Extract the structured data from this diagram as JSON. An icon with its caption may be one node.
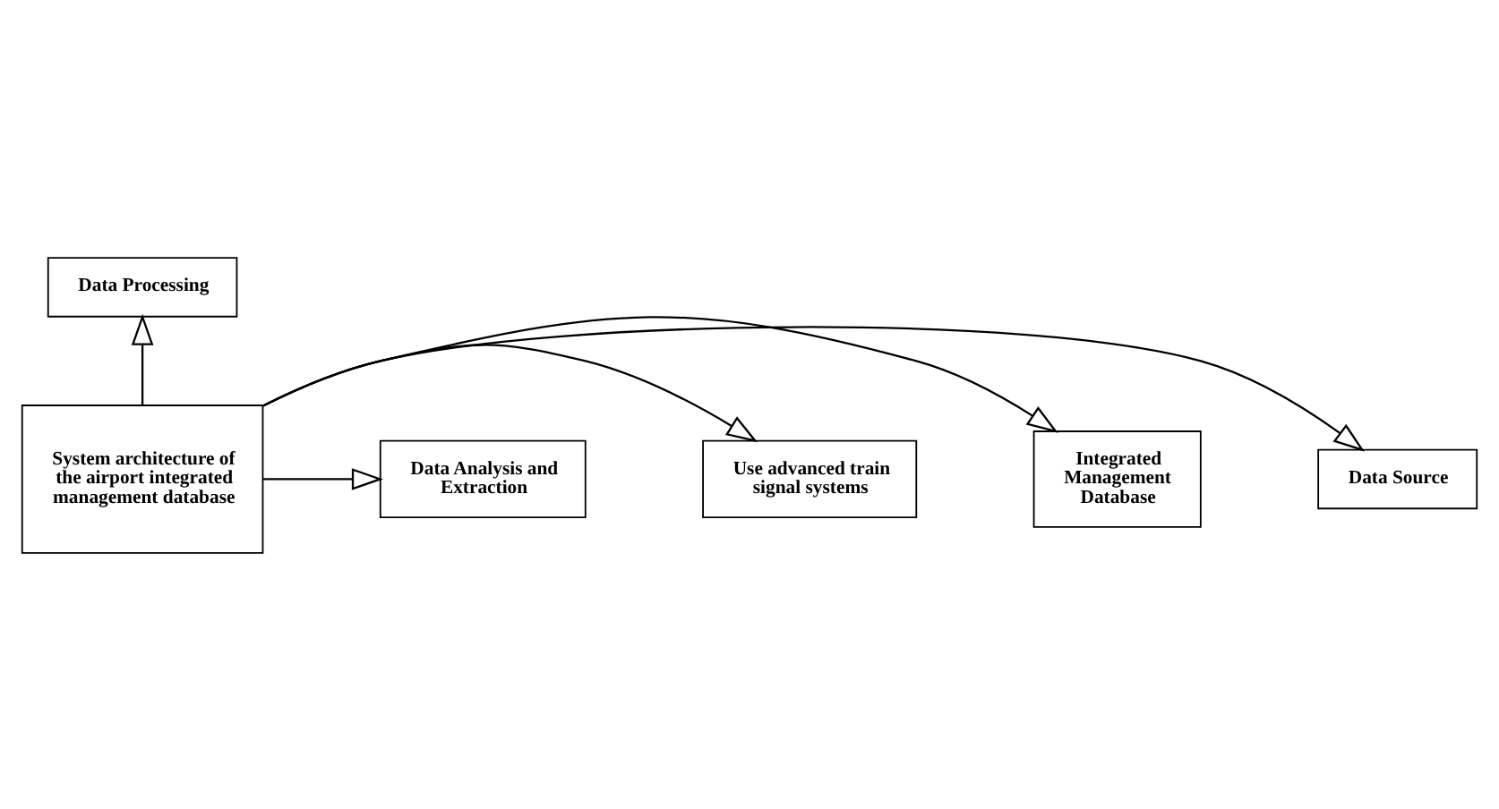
{
  "diagram": {
    "nodes": [
      {
        "text": [
          "Data Processing"
        ]
      },
      {
        "text": [
          "Data Source"
        ]
      },
      {
        "text": [
          "Integrated Management Database"
        ]
      },
      {
        "text": [
          "System architecture of the airport integrated management database"
        ]
      },
      {
        "text": [
          "Use advanced train signal systems"
        ]
      },
      {
        "text": [
          "Data Analysis and Extraction"
        ]
      }
    ],
    "edges": [
      {
        "from": 3,
        "to": 0,
        "arrow": "to"
      },
      {
        "from": 3,
        "to": 1,
        "arrow": "to"
      },
      {
        "from": 3,
        "to": 2,
        "arrow": "to"
      },
      {
        "from": 3,
        "to": 4,
        "arrow": "to"
      },
      {
        "from": 3,
        "to": 5,
        "arrow": "to"
      }
    ]
  }
}
